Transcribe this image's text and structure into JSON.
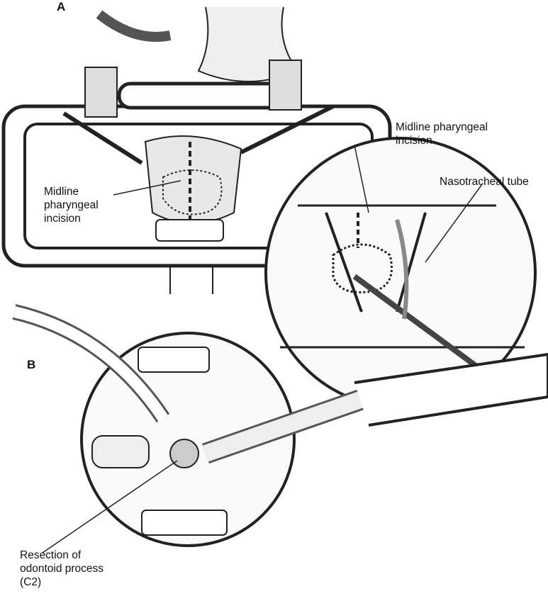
{
  "panels": {
    "a": "A",
    "b": "B"
  },
  "labels": {
    "left_incision": [
      "Midline",
      "pharyngeal",
      "incision"
    ],
    "right_incision": [
      "Midline pharyngeal",
      "incision"
    ],
    "nasotracheal_tube": "Nasotracheal tube",
    "resection": [
      "Resection of",
      "odontoid process",
      "(C2)"
    ]
  }
}
